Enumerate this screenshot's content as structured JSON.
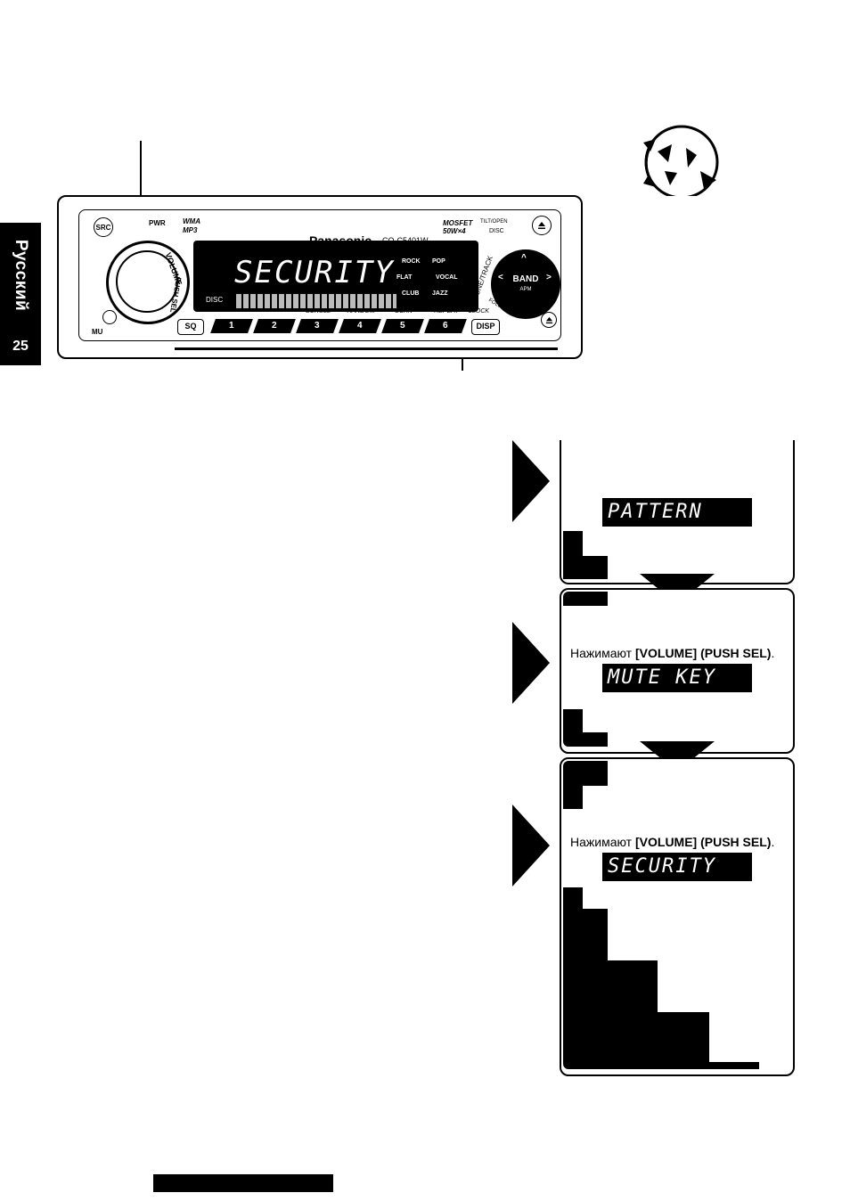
{
  "side_tab": {
    "language": "Русский",
    "page_number": "25"
  },
  "unit": {
    "brand": "Panasonic",
    "model": "CQ-C5401W",
    "display_text": "SECURITY",
    "src_label": "SRC",
    "pwr_label": "PWR",
    "wma_label": "WMA",
    "mp3_label": "MP3",
    "mosfet_label": "MOSFET",
    "watt_label": "50W×4",
    "tilt_label": "TILT/OPEN",
    "disc_label": "DISC",
    "volume_label": "VOLUME",
    "push_sel_label": "PUSH SEL",
    "tune_track_label": "TUNE/TRACK",
    "band_label": "BAND",
    "apm_label": "APM",
    "folder_label": "FOLDER",
    "disc_dot_label": "DISC",
    "mute_label": "MU",
    "eq_labels": [
      "ROCK",
      "POP",
      "FLAT",
      "VOCAL",
      "CLUB",
      "JAZZ"
    ],
    "sq_label": "SQ",
    "disp_label": "DISP",
    "preset_numbers": [
      "1",
      "2",
      "3",
      "4",
      "5",
      "6"
    ],
    "preset_labels": [
      "SCROLL",
      "RANDOM",
      "SCAN",
      "REPEAT",
      "CLOCK"
    ]
  },
  "steps": [
    {
      "caption_prefix": "",
      "caption_bold": "",
      "display_text": "PATTERN"
    },
    {
      "caption_prefix": "Нажимают ",
      "caption_bold": "[VOLUME] (PUSH SEL)",
      "caption_suffix": ".",
      "display_text": "MUTE KEY"
    },
    {
      "caption_prefix": "Нажимают ",
      "caption_bold": "[VOLUME] (PUSH SEL)",
      "caption_suffix": ".",
      "display_text": "SECURITY"
    }
  ]
}
